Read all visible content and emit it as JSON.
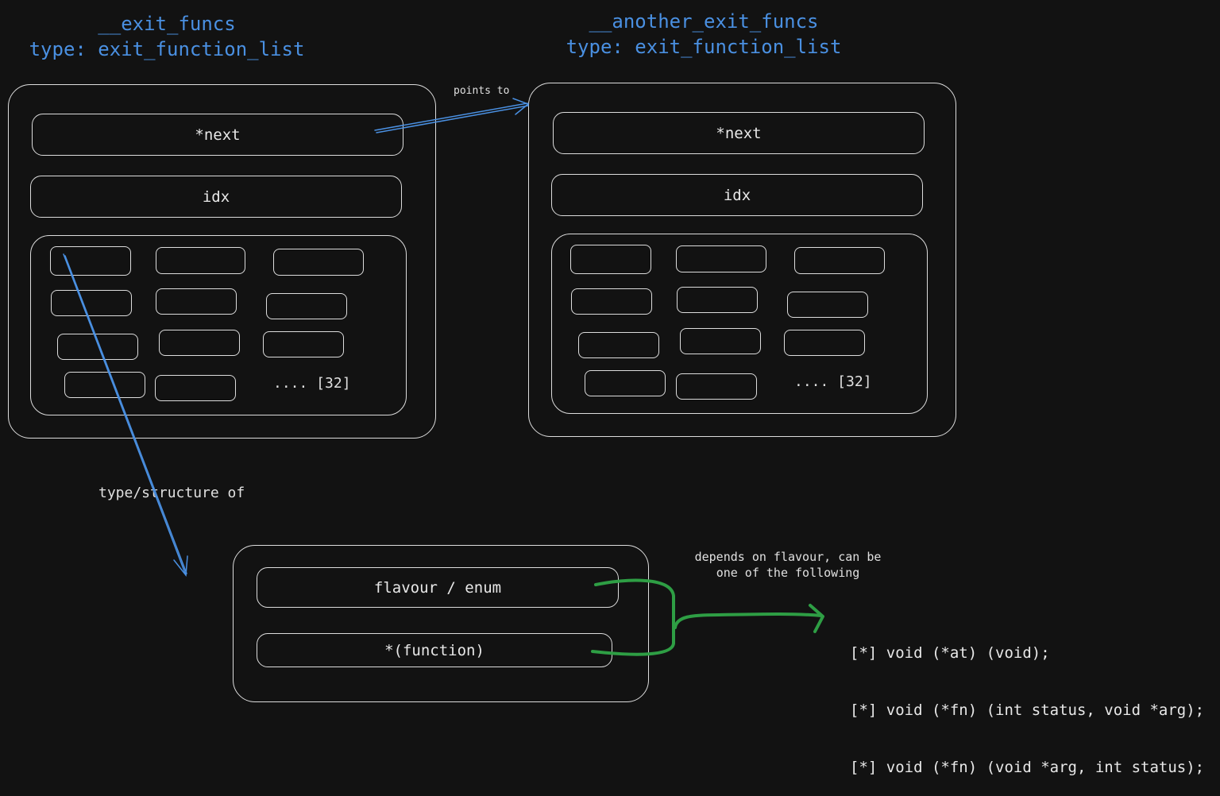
{
  "left_struct": {
    "title_line1": "__exit_funcs",
    "title_line2": "type: exit_function_list",
    "next_label": "*next",
    "idx_label": "idx",
    "array_more_label": ".... [32]"
  },
  "right_struct": {
    "title_line1": "__another_exit_funcs",
    "title_line2": "type: exit_function_list",
    "next_label": "*next",
    "idx_label": "idx",
    "array_more_label": ".... [32]"
  },
  "annotations": {
    "points_to": "points to",
    "type_structure_of": "type/structure of",
    "depends_line1": "depends on flavour, can be",
    "depends_line2": "one of the following"
  },
  "entry_struct": {
    "flavour_label": "flavour / enum",
    "function_label": "*(function)"
  },
  "signatures": [
    "[*] void (*at) (void);",
    "[*] void (*fn) (int status, void *arg);",
    "[*] void (*fn) (void *arg, int status);"
  ],
  "colors": {
    "title": "#4a90e2",
    "arrow_blue": "#4a90e2",
    "arrow_green": "#2e9e44",
    "stroke": "#dcdcdc",
    "background": "#121212"
  }
}
